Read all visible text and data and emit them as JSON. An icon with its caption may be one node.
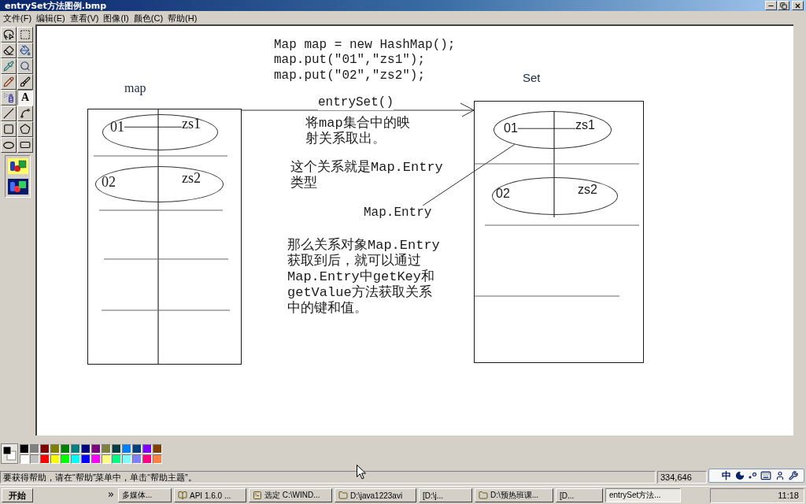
{
  "diagram": {
    "nodes": [
      {
        "text": [
          "map"
        ]
      },
      {
        "text": [],
        "shape": "ellipse",
        "in": 0
      },
      {
        "text": [
          "01"
        ],
        "in": 1
      },
      {
        "text": [
          "zs1"
        ],
        "in": 1
      },
      {
        "text": [
          "02",
          "zs2"
        ],
        "in": 0
      },
      {
        "text": [
          "Set"
        ]
      },
      {
        "text": [],
        "shape": "ellipse",
        "in": 5
      },
      {
        "text": [
          "01"
        ],
        "in": 6
      },
      {
        "text": [
          "zs1"
        ],
        "in": 6
      },
      {
        "text": [
          "02",
          "zs2"
        ],
        "in": 5
      },
      {
        "text": [
          "Map.Entry"
        ]
      }
    ],
    "edges": [
      {
        "from": 2,
        "to": 3,
        "arrow": "none"
      },
      {
        "from": 0,
        "to": 5,
        "arrow": "to",
        "label": "entrySet()"
      },
      {
        "from": 7,
        "to": 8,
        "arrow": "none"
      },
      {
        "from": 10,
        "to": 6,
        "arrow": "none"
      }
    ],
    "labels": [
      "entrySet方法图例.bmp",
      "文件(F)",
      "编辑(E)",
      "查看(V)",
      "图像(I)",
      "颜色(C)",
      "帮助(H)",
      "A",
      "Map map = new HashMap();",
      "map.put(\"01\",\"zs1\");",
      "map.put(\"02\",\"zs2\");",
      "将map集合中的映射关系取出。",
      "这个关系就是Map.Entry类型",
      "那么关系对象Map.Entry获取到后，就可以通过Map.Entry中getKey和getValue方法获取关系中的键和值。",
      "要获得帮助，请在“帮助”菜单中，单击“帮助主题”。",
      "334,646",
      "中",
      "开始",
      "多媒体...",
      "API 1.6.0 ...",
      "选定 C:\\WIND...",
      "D:\\java1223avi",
      "[D:\\j...",
      "D:\\预热班课...",
      "[D...",
      "entrySet方法...",
      "11:18"
    ]
  }
}
